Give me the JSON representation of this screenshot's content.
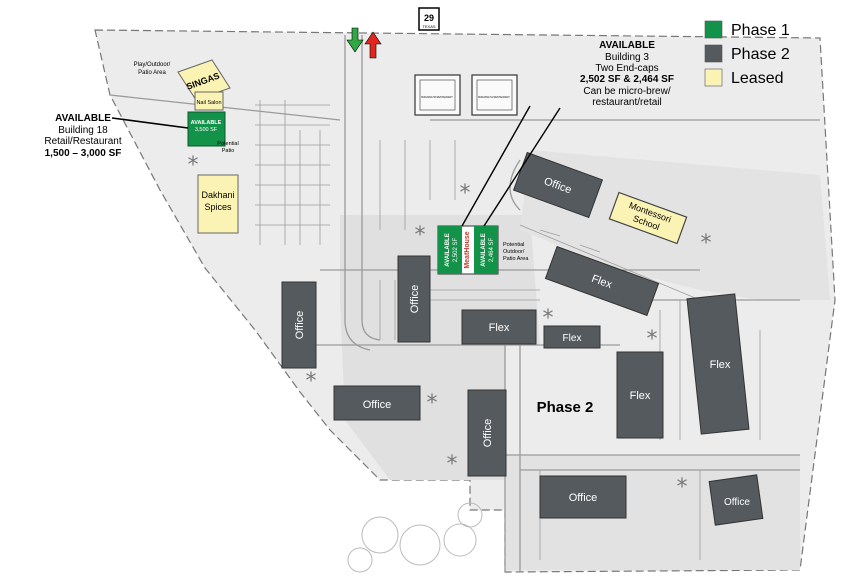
{
  "colors": {
    "phase1": "#13934a",
    "phase2": "#555a5e",
    "leased": "#fbf3b3",
    "paving": "#e4e4e4",
    "lines": "#8a8a8a"
  },
  "legend": {
    "phase1": "Phase 1",
    "phase2": "Phase 2",
    "leased": "Leased"
  },
  "highway": {
    "number": "29",
    "state": "TEXAS"
  },
  "callouts": {
    "building18": {
      "line1": "AVAILABLE",
      "line2": "Building 18",
      "line3": "Retail/Restaurant",
      "line4": "1,500 – 3,000 SF"
    },
    "building3": {
      "line1": "AVAILABLE",
      "line2": "Building 3",
      "line3": "Two End-caps",
      "line4": "2,502 SF & 2,464 SF",
      "line5": "Can be micro-brew/",
      "line6": "restaurant/retail"
    }
  },
  "labels": {
    "play_area_1": "Play/Outdoor/",
    "play_area_2": "Patio Area",
    "potential_patio_1": "Potential",
    "potential_patio_2": "Patio",
    "outdoor_1": "Potential",
    "outdoor_2": "Outdoor/",
    "outdoor_3": "Patio Area",
    "phase2_area": "Phase 2"
  },
  "buildings": {
    "singas": "SINGAS",
    "nail_salon": "Nail Salon",
    "b18_available": "AVAILABLE",
    "b18_sf": "3,500 SF",
    "dakhani_1": "Dakhani",
    "dakhani_2": "Spices",
    "b3_left_available": "AVAILABLE",
    "b3_left_sf": "2,502 SF",
    "b3_mid": "MeatHouse",
    "b3_right_available": "AVAILABLE",
    "b3_right_sf": "2,464 SF",
    "montessori_1": "Montessori",
    "montessori_2": "School",
    "office_upper_right": "Office",
    "office_center": "Office",
    "office_left": "Office",
    "office_lower_left": "Office",
    "office_lower_center": "Office",
    "office_bottom": "Office",
    "office_bottom_right": "Office",
    "flex_diagonal": "Flex",
    "flex_center": "Flex",
    "flex_small": "Flex",
    "flex_tall": "Flex",
    "flex_right": "Flex"
  },
  "existing_buildings": {
    "left": "BUILDING 50 RESTAURANT",
    "right": "BUILDING 51 RESTAURANT"
  }
}
